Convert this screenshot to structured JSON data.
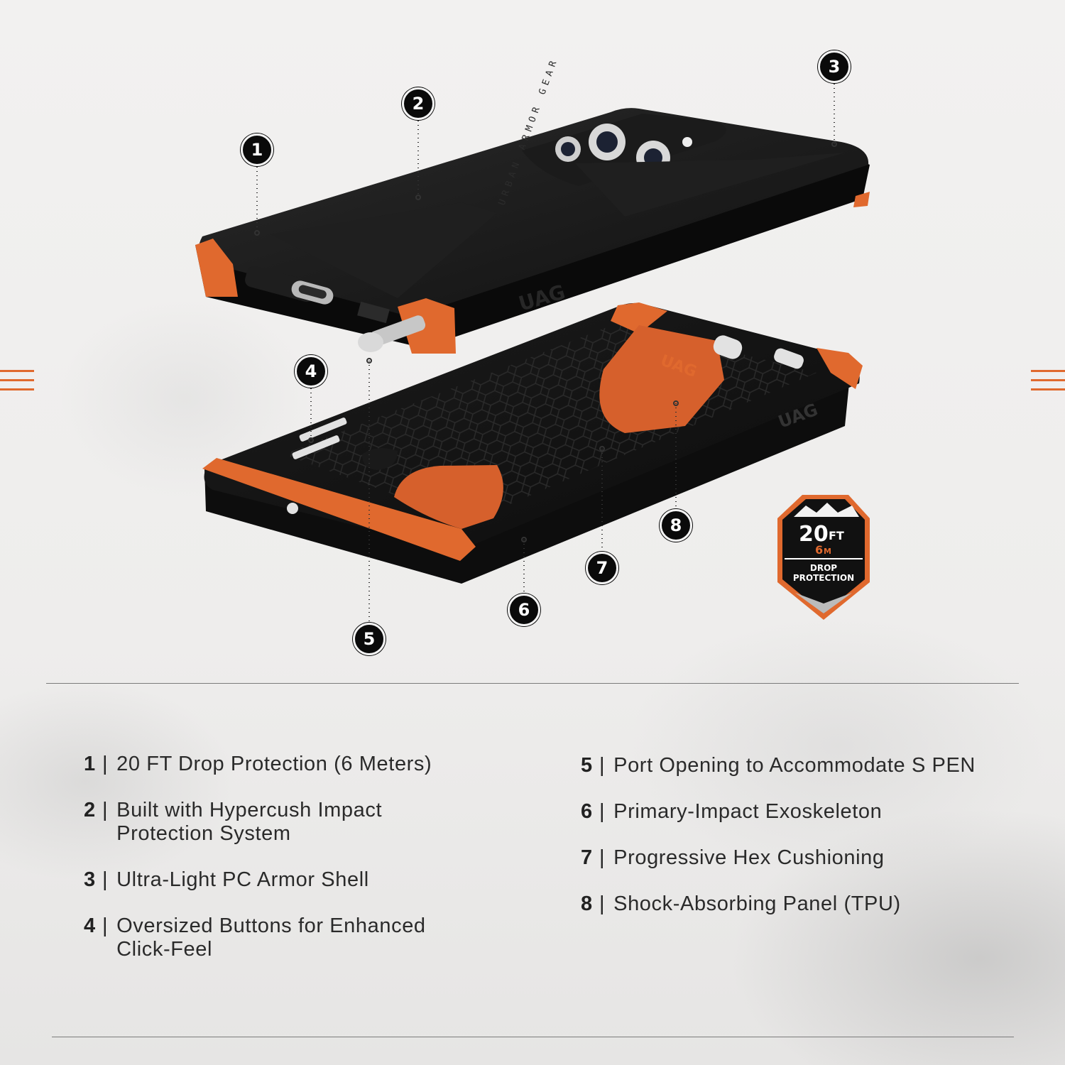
{
  "brand": {
    "wordmark": "URBAN ARMOR GEAR",
    "logo": "UAG"
  },
  "badge": {
    "height_ft": "20",
    "unit_ft": "FT",
    "height_m": "6",
    "unit_m": "M",
    "line1": "DROP",
    "line2": "PROTECTION"
  },
  "markers": [
    "1",
    "2",
    "3",
    "4",
    "5",
    "6",
    "7",
    "8"
  ],
  "features_left": [
    {
      "num": "1",
      "text": "20 FT Drop Protection (6 Meters)"
    },
    {
      "num": "2",
      "text": "Built with Hypercush Impact Protection System"
    },
    {
      "num": "3",
      "text": "Ultra-Light PC Armor Shell"
    },
    {
      "num": "4",
      "text": "Oversized Buttons for Enhanced Click-Feel"
    }
  ],
  "features_right": [
    {
      "num": "5",
      "text": "Port Opening to Accommodate S PEN"
    },
    {
      "num": "6",
      "text": "Primary-Impact Exoskeleton"
    },
    {
      "num": "7",
      "text": "Progressive Hex Cushioning"
    },
    {
      "num": "8",
      "text": "Shock-Absorbing Panel (TPU)"
    }
  ],
  "separator": "|",
  "colors": {
    "accent": "#e0692e",
    "case": "#111111",
    "text": "#2a2a2a"
  }
}
